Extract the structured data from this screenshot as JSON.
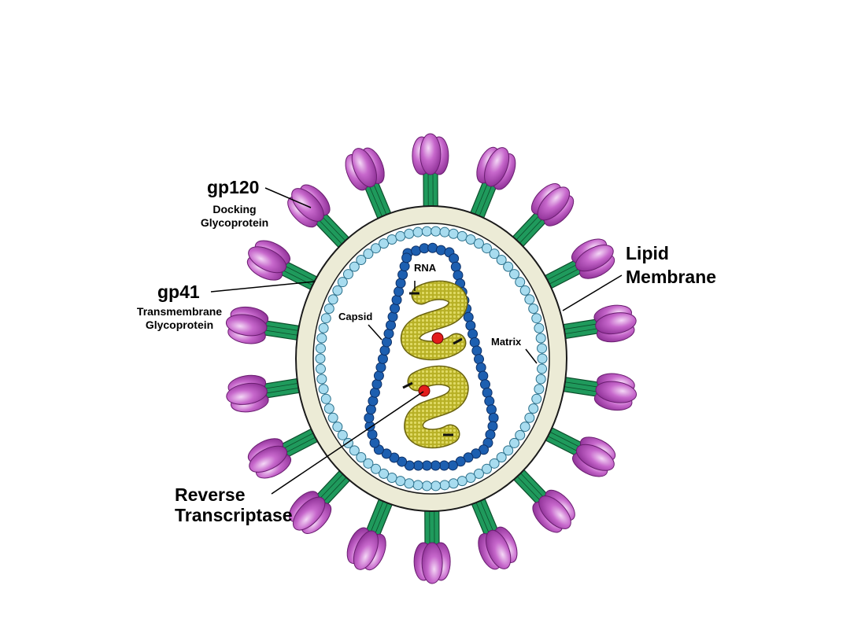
{
  "labels": {
    "gp120": "gp120",
    "gp120_sub1": "Docking",
    "gp120_sub2": "Glycoprotein",
    "gp41": "gp41",
    "gp41_sub1": "Transmembrane",
    "gp41_sub2": "Glycoprotein",
    "lipid1": "Lipid",
    "lipid2": "Membrane",
    "rna": "RNA",
    "capsid": "Capsid",
    "matrix": "Matrix",
    "rt1": "Reverse",
    "rt2": "Transcriptase"
  },
  "colors": {
    "envelope": "#ecebd6",
    "matrix_bead": "#a8dcef",
    "capsid_bead": "#1d5fb0",
    "stalk": "#1f9a5c",
    "knob": "#b24bb8",
    "rna": "#c4bd2a",
    "reverse_transcriptase": "#e21c1c"
  }
}
